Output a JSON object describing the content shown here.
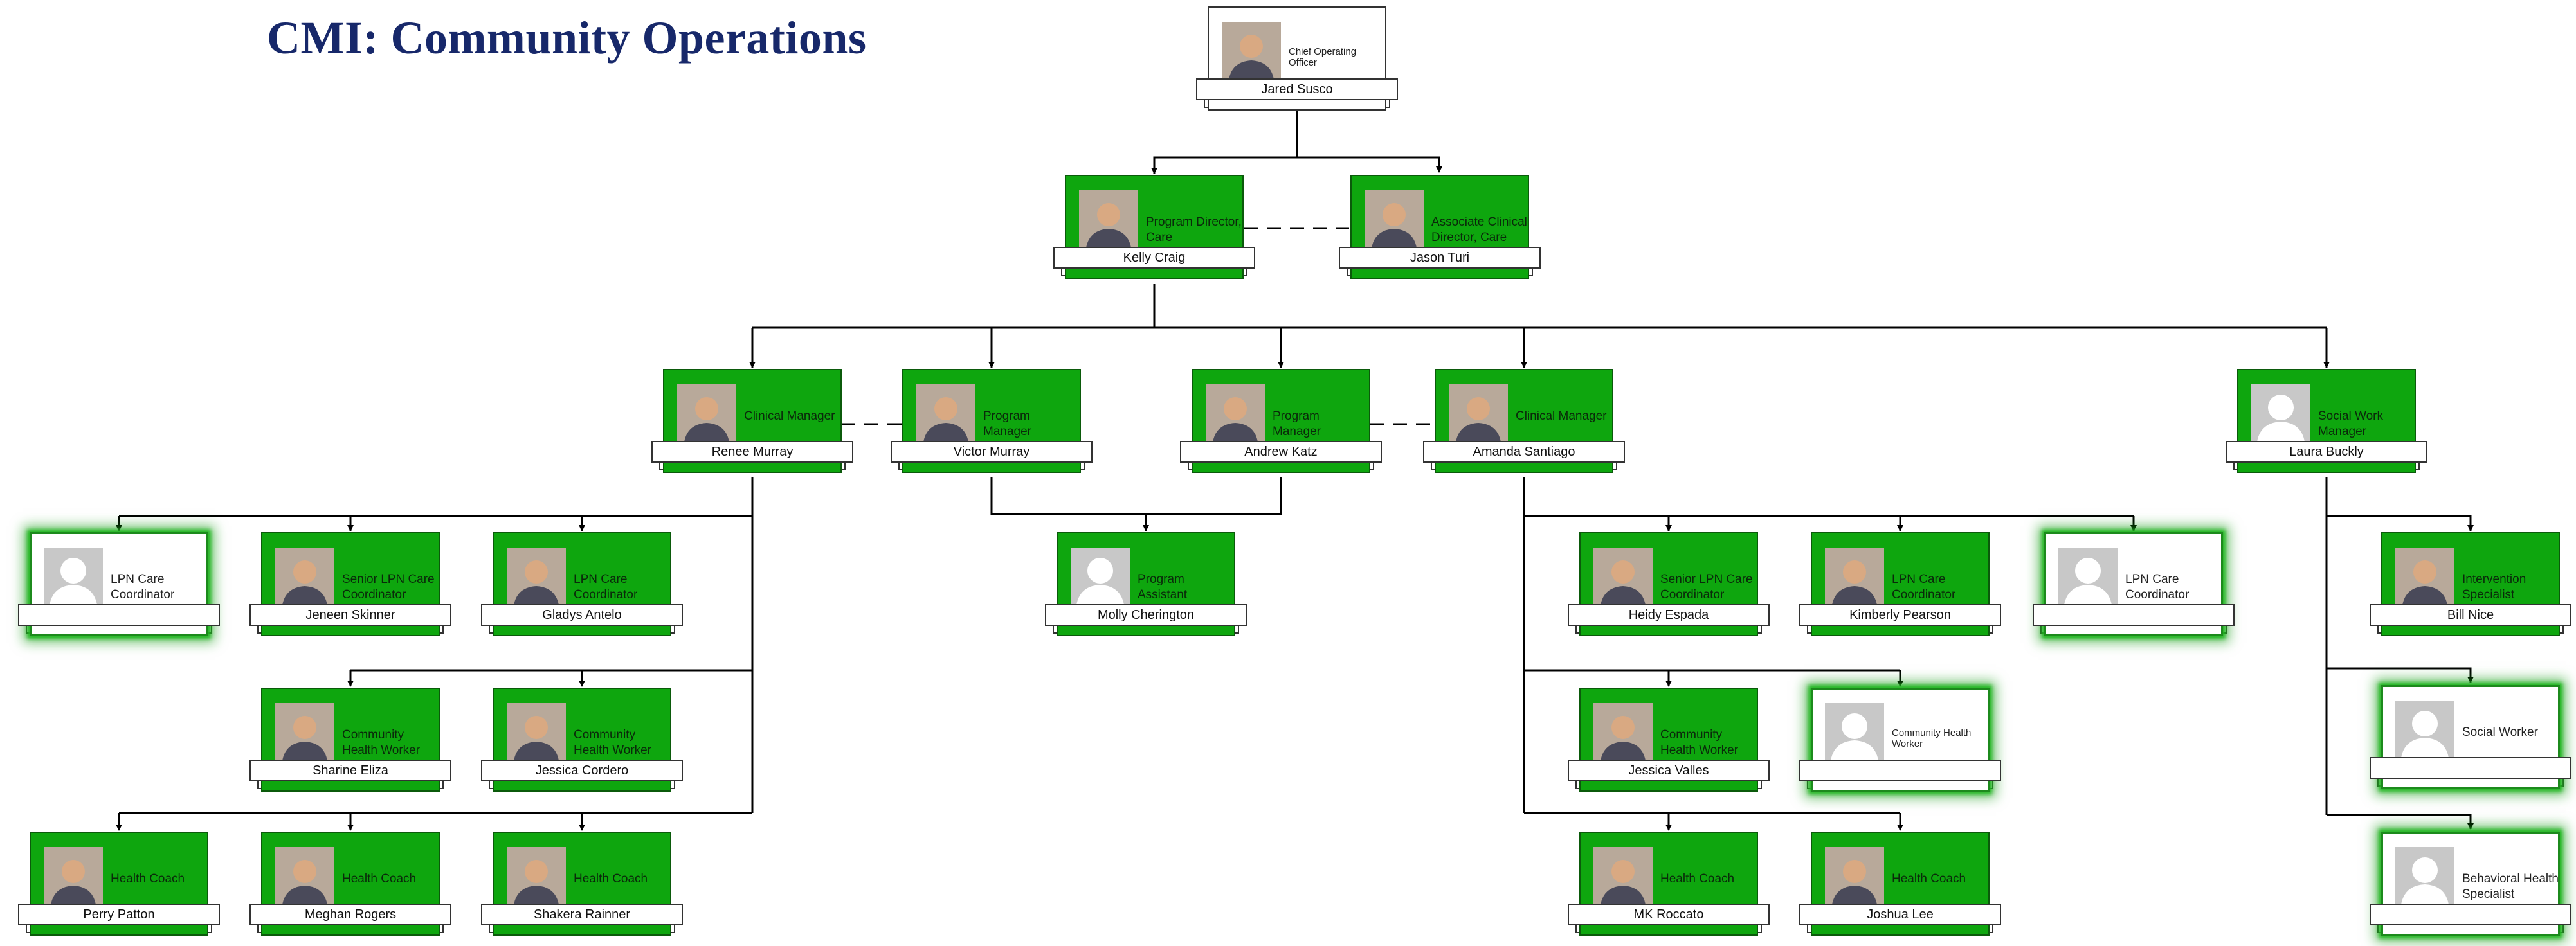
{
  "title": "CMI: Community Operations",
  "colors": {
    "card_green": "#0ea60e",
    "title_navy": "#17286a",
    "glow_green": "#22b822"
  },
  "nodes": {
    "jared": {
      "name": "Jared Susco",
      "role": "Chief Operating Officer",
      "style": "top",
      "photo": "person"
    },
    "kelly": {
      "name": "Kelly Craig",
      "role": "Program Director, Care Management Initiatives",
      "style": "green",
      "photo": "person"
    },
    "jason": {
      "name": "Jason Turi",
      "role": "Associate Clinical Director, Care Management Initiatives",
      "style": "green",
      "photo": "person"
    },
    "renee": {
      "name": "Renee Murray",
      "role": "Clinical Manager",
      "style": "green",
      "photo": "person"
    },
    "victor": {
      "name": "Victor Murray",
      "role": "Program Manager",
      "style": "green",
      "photo": "person"
    },
    "andrew": {
      "name": "Andrew Katz",
      "role": "Program Manager",
      "style": "green",
      "photo": "person"
    },
    "amanda": {
      "name": "Amanda Santiago",
      "role": "Clinical Manager",
      "style": "green",
      "photo": "person"
    },
    "laura": {
      "name": "Laura Buckly",
      "role": "Social Work Manager",
      "style": "green",
      "photo": "placeholder"
    },
    "lpn_open1": {
      "name": "",
      "role": "LPN Care Coordinator",
      "style": "white",
      "photo": "placeholder"
    },
    "jeneen": {
      "name": "Jeneen Skinner",
      "role": "Senior LPN Care Coordinator",
      "style": "green",
      "photo": "person"
    },
    "gladys": {
      "name": "Gladys Antelo",
      "role": "LPN Care Coordinator",
      "style": "green",
      "photo": "person"
    },
    "molly": {
      "name": "Molly Cherington",
      "role": "Program Assistant",
      "style": "green",
      "photo": "placeholder"
    },
    "heidy": {
      "name": "Heidy Espada",
      "role": "Senior LPN Care Coordinator",
      "style": "green",
      "photo": "person"
    },
    "kimberly": {
      "name": "Kimberly Pearson",
      "role": "LPN Care Coordinator",
      "style": "green",
      "photo": "person"
    },
    "lpn_open2": {
      "name": "",
      "role": "LPN Care Coordinator",
      "style": "white",
      "photo": "placeholder"
    },
    "bill": {
      "name": "Bill Nice",
      "role": "Intervention Specialist",
      "style": "green",
      "photo": "person"
    },
    "sharine": {
      "name": "Sharine Eliza",
      "role": "Community Health Worker",
      "style": "green",
      "photo": "person"
    },
    "jessicac": {
      "name": "Jessica Cordero",
      "role": "Community Health Worker",
      "style": "green",
      "photo": "person"
    },
    "jessicav": {
      "name": "Jessica Valles",
      "role": "Community Health Worker",
      "style": "green",
      "photo": "person"
    },
    "chw_open": {
      "name": "",
      "role": "Community Health Worker",
      "style": "white",
      "photo": "placeholder"
    },
    "sw_open": {
      "name": "",
      "role": "Social Worker",
      "style": "white",
      "photo": "placeholder"
    },
    "perry": {
      "name": "Perry Patton",
      "role": "Health Coach",
      "style": "green",
      "photo": "person"
    },
    "meghan": {
      "name": "Meghan Rogers",
      "role": "Health Coach",
      "style": "green",
      "photo": "person"
    },
    "shakera": {
      "name": "Shakera Rainner",
      "role": "Health Coach",
      "style": "green",
      "photo": "person"
    },
    "mk": {
      "name": "MK Roccato",
      "role": "Health Coach",
      "style": "green",
      "photo": "person"
    },
    "joshua": {
      "name": "Joshua Lee",
      "role": "Health Coach",
      "style": "green",
      "photo": "person"
    },
    "bhs_open": {
      "name": "",
      "role": "Behavioral Health Specialist",
      "style": "white",
      "photo": "placeholder"
    }
  },
  "reporting_lines": [
    [
      "jared",
      "kelly"
    ],
    [
      "jared",
      "jason"
    ],
    [
      "kelly",
      "renee"
    ],
    [
      "kelly",
      "victor"
    ],
    [
      "kelly",
      "andrew"
    ],
    [
      "kelly",
      "amanda"
    ],
    [
      "kelly",
      "laura"
    ],
    [
      "renee",
      "lpn_open1"
    ],
    [
      "renee",
      "jeneen"
    ],
    [
      "renee",
      "gladys"
    ],
    [
      "renee",
      "sharine"
    ],
    [
      "renee",
      "jessicac"
    ],
    [
      "renee",
      "perry"
    ],
    [
      "renee",
      "meghan"
    ],
    [
      "renee",
      "shakera"
    ],
    [
      "victor",
      "molly"
    ],
    [
      "andrew",
      "molly"
    ],
    [
      "amanda",
      "heidy"
    ],
    [
      "amanda",
      "kimberly"
    ],
    [
      "amanda",
      "lpn_open2"
    ],
    [
      "amanda",
      "jessicav"
    ],
    [
      "amanda",
      "chw_open"
    ],
    [
      "amanda",
      "mk"
    ],
    [
      "amanda",
      "joshua"
    ],
    [
      "laura",
      "bill"
    ],
    [
      "laura",
      "sw_open"
    ],
    [
      "laura",
      "bhs_open"
    ]
  ],
  "peer_links": [
    [
      "kelly",
      "jason"
    ],
    [
      "renee",
      "victor"
    ],
    [
      "andrew",
      "amanda"
    ]
  ]
}
